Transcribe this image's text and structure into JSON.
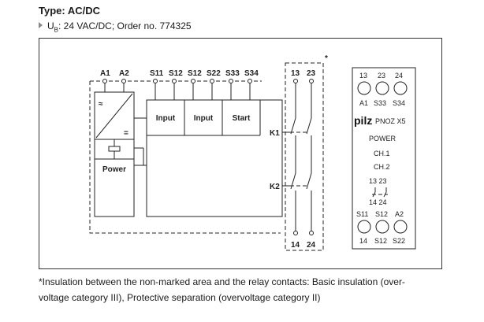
{
  "header": {
    "title": "Type: AC/DC",
    "supply_symbol": "U",
    "supply_subscript": "B",
    "supply_text": ": 24 VAC/DC; Order no. 774325"
  },
  "diagram": {
    "terminals_top": [
      "A1",
      "A2",
      "S11",
      "S12",
      "S12",
      "S22",
      "S33",
      "S34"
    ],
    "contact_terminals_top": [
      "13",
      "23"
    ],
    "contact_terminals_bottom": [
      "14",
      "24"
    ],
    "asterisk": "*",
    "blocks": {
      "input1": "Input",
      "input2": "Input",
      "start": "Start",
      "power": "Power"
    },
    "psu_symbol_ac": "≈",
    "psu_symbol_dc": "=",
    "relays": [
      "K1",
      "K2"
    ]
  },
  "device": {
    "top_numbers": [
      "13",
      "23",
      "24"
    ],
    "top_labels": [
      "A1",
      "S33",
      "S34"
    ],
    "brand": "pilz",
    "model": "PNOZ X5",
    "leds": [
      "POWER",
      "CH.1",
      "CH.2"
    ],
    "contact_top": "13 23",
    "contact_bottom": "14 24",
    "bottom_labels": [
      "S11",
      "S12",
      "A2"
    ],
    "bottom_numbers": [
      "14",
      "S12",
      "S22"
    ]
  },
  "footnote": {
    "line1": "*Insulation between the non-marked area and the relay contacts: Basic insulation (over-",
    "line2": "voltage category III), Protective separation (overvoltage category II)"
  }
}
